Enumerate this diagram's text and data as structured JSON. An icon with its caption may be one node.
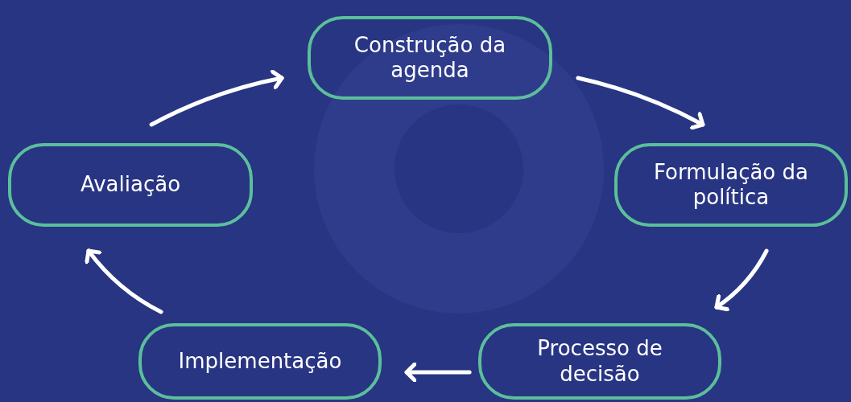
{
  "diagram": {
    "nodes": [
      {
        "text": [
          "Construção da agenda"
        ]
      },
      {
        "text": [
          "Formulação da política"
        ]
      },
      {
        "text": [
          "Processo de decisão"
        ]
      },
      {
        "text": [
          "Implementação"
        ]
      },
      {
        "text": [
          "Avaliação"
        ]
      }
    ],
    "edges": [
      {
        "from": 0,
        "to": 1,
        "arrow": "to"
      },
      {
        "from": 1,
        "to": 2,
        "arrow": "to"
      },
      {
        "from": 2,
        "to": 3,
        "arrow": "to"
      },
      {
        "from": 3,
        "to": 4,
        "arrow": "to"
      },
      {
        "from": 4,
        "to": 0,
        "arrow": "to"
      }
    ]
  }
}
